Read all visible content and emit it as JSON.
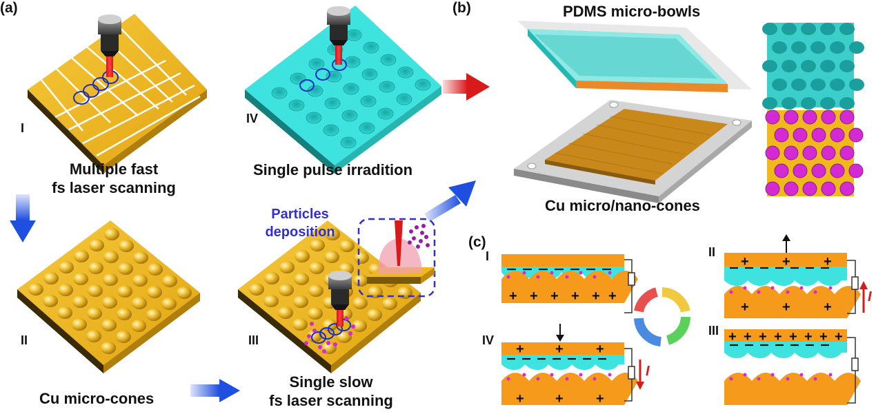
{
  "panels": {
    "a": "(a)",
    "b": "(b)",
    "c": "(c)"
  },
  "steps_a": {
    "I": "I",
    "II": "II",
    "III": "III",
    "IV": "IV"
  },
  "captions_a": {
    "step1": [
      "Multiple fast",
      "fs laser scanning"
    ],
    "step2": "Cu micro-cones",
    "step3": [
      "Single slow",
      "fs laser scanning"
    ],
    "step4": "Single pulse irradition",
    "particles": [
      "Particles",
      "deposition"
    ]
  },
  "captions_b": {
    "top": "PDMS micro-bowls",
    "bottom": "Cu micro/nano-cones"
  },
  "steps_c": {
    "I": "I",
    "II": "II",
    "III": "III",
    "IV": "IV"
  },
  "current_label": "I",
  "colors": {
    "gold": "#f0b81c",
    "cyan": "#3ee3df",
    "orange": "#f59a1a",
    "blue_arrow": "#1f4fe0",
    "red_arrow": "#d81a1a",
    "magenta": "#d42ad4"
  }
}
